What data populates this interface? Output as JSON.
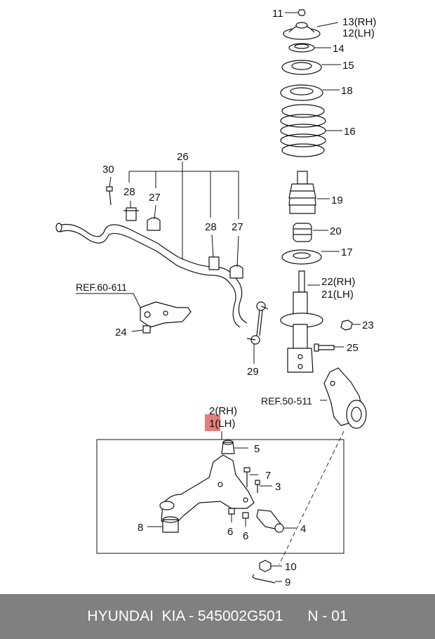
{
  "callouts": {
    "p1": "1",
    "p2": "2",
    "p3": "3",
    "p4": "4",
    "p5": "5",
    "p6a": "6",
    "p6b": "6",
    "p7": "7",
    "p8": "8",
    "p9": "9",
    "p10": "10",
    "p11": "11",
    "p12": "12",
    "p13": "13",
    "p14": "14",
    "p15": "15",
    "p16": "16",
    "p17": "17",
    "p18": "18",
    "p19": "19",
    "p20": "20",
    "p21": "21",
    "p22": "22",
    "p23": "23",
    "p24": "24",
    "p25": "25",
    "p26": "26",
    "p27a": "27",
    "p27b": "27",
    "p28a": "28",
    "p28b": "28",
    "p29": "29",
    "p30": "30"
  },
  "suffix": {
    "rh": "(RH)",
    "lh": "(LH)"
  },
  "refs": {
    "ref_60_611": "REF.60-611",
    "ref_50_511": "REF.50-511"
  },
  "highlight_color": "#e06666",
  "footer": {
    "text": "HYUNDAI  KIA - 545002G501      N - 01"
  }
}
